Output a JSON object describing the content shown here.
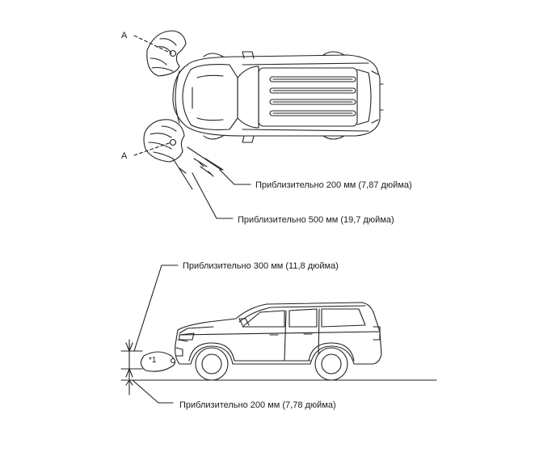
{
  "labels": {
    "sensor_area_top": "A",
    "sensor_area_bottom": "A",
    "dim_200_top": "Приблизительно 200 мм (7,87 дюйма)",
    "dim_500": "Приблизительно 500 мм (19,7 дюйма)",
    "dim_300": "Приблизительно 300 мм (11,8 дюйма)",
    "dim_200_bottom": "Приблизительно 200 мм (7,78 дюйма)",
    "callout_1": "*1"
  }
}
